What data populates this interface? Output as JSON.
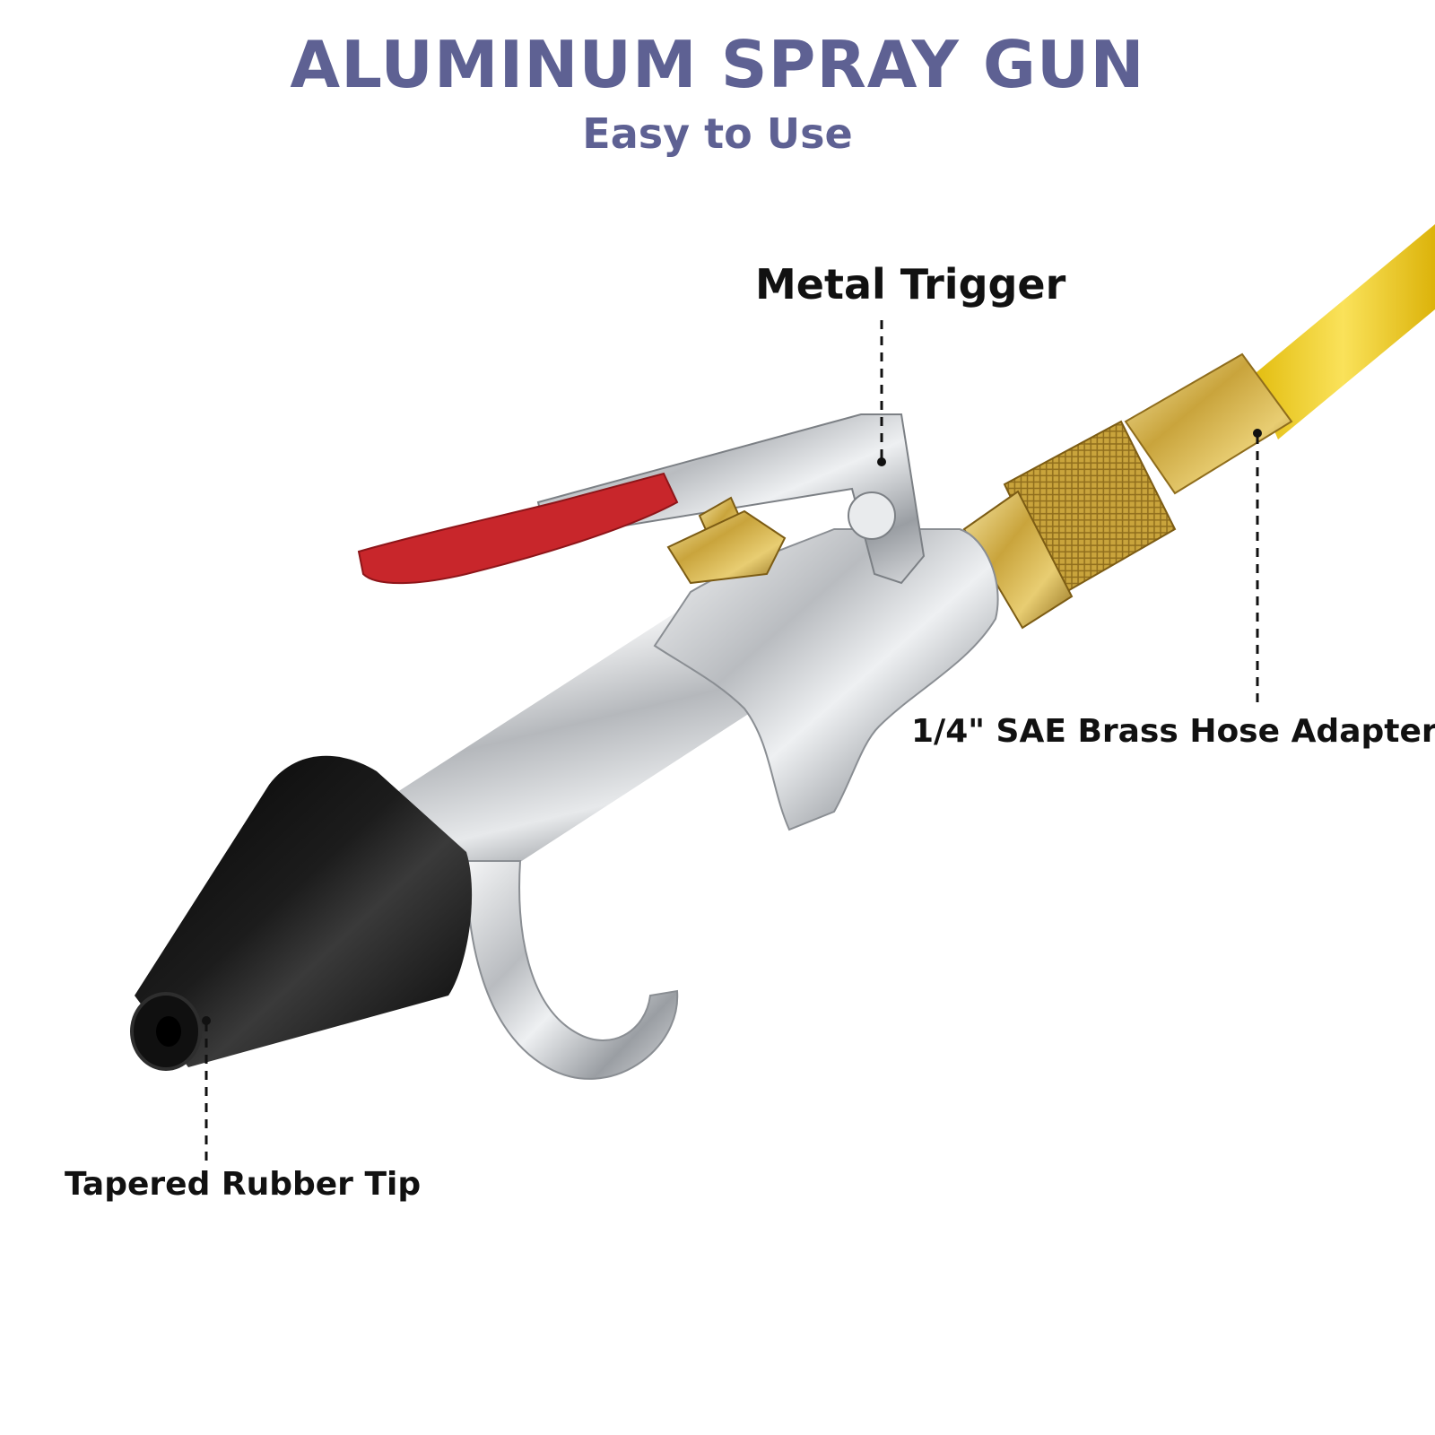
{
  "header": {
    "title": "ALUMINUM SPRAY GUN",
    "subtitle": "Easy to Use"
  },
  "callouts": {
    "trigger": "Metal Trigger",
    "adapter": "1/4\" SAE Brass Hose Adapter",
    "tip": "Tapered Rubber Tip"
  },
  "colors": {
    "title": "#5e6193",
    "hose": "#f2d01c",
    "brass": "#c9a43c",
    "aluminum": "#c8cacd",
    "grip": "#c8262b",
    "rubber": "#0c0c0c"
  }
}
